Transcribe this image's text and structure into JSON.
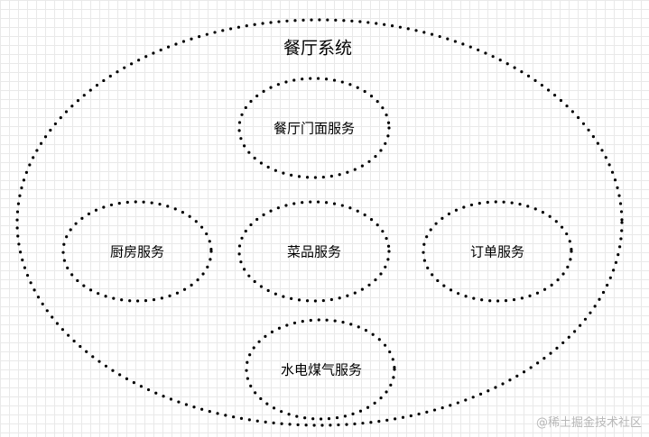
{
  "diagram": {
    "title": "餐厅系统",
    "services": {
      "storefront": "餐厅门面服务",
      "kitchen": "厨房服务",
      "menu": "菜品服务",
      "order": "订单服务",
      "utilities": "水电煤气服务"
    }
  },
  "watermark": "@稀土掘金技术社区",
  "colors": {
    "stroke": "#000000",
    "grid": "#e9e9e9",
    "watermark": "#b8b8b8"
  }
}
